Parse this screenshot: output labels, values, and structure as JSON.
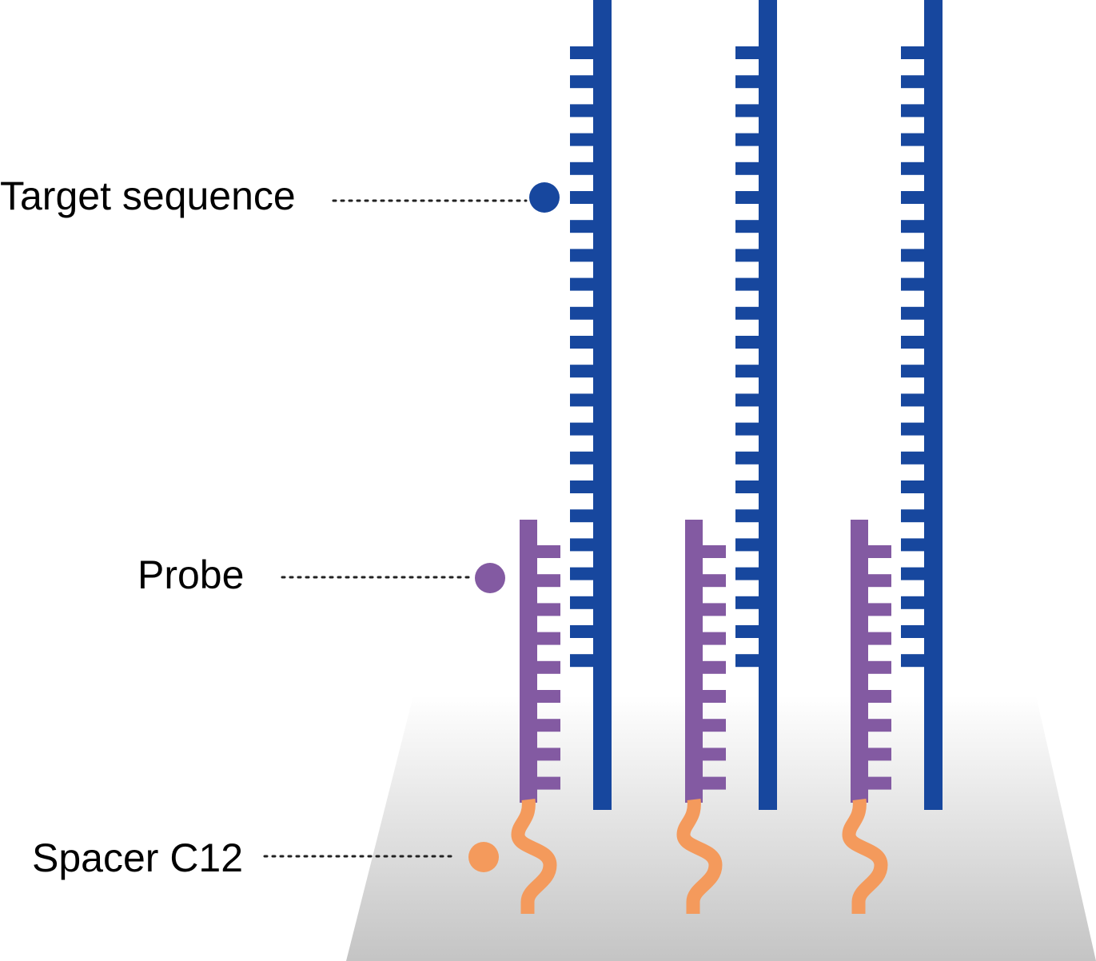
{
  "labels": {
    "target": "Target sequence",
    "probe": "Probe",
    "spacer": "Spacer C12"
  },
  "colors": {
    "target": "#17479e",
    "probe": "#835aa2",
    "spacer": "#f49a5c",
    "surface_top": "#ffffff",
    "surface_bottom": "#c4c4c4",
    "leader": "#222222"
  },
  "strand_count": 3
}
